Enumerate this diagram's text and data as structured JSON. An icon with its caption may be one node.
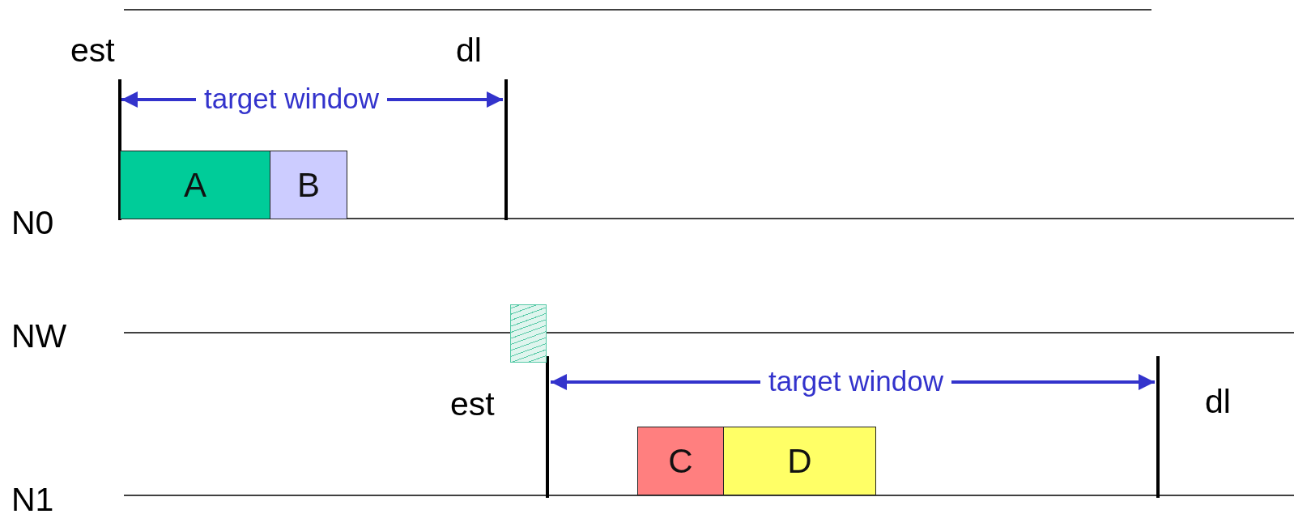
{
  "diagram": {
    "nodes": [
      {
        "text": [
          "A"
        ]
      },
      {
        "text": [
          "B"
        ]
      },
      {
        "text": [],
        "shape": "box"
      },
      {
        "text": [
          "C"
        ]
      },
      {
        "text": [
          "D"
        ]
      }
    ],
    "labels": [
      "est",
      "dl",
      "target window",
      "N0",
      "NW",
      "est",
      "target window",
      "dl",
      "N1"
    ]
  }
}
